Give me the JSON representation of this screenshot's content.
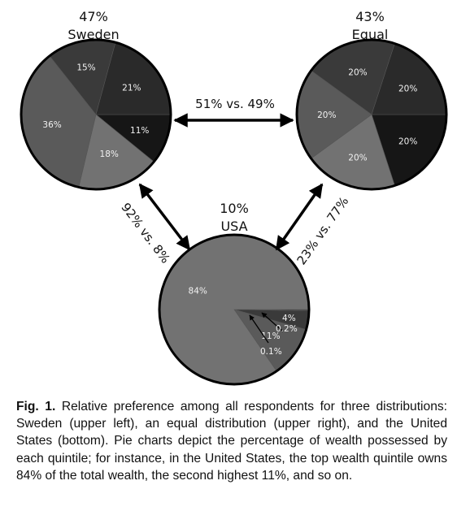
{
  "chart_data": {
    "type": "pie",
    "pies": [
      {
        "title_percent": "47%",
        "title": "Sweden",
        "slices": [
          {
            "label": "11%",
            "value": 11,
            "color": "#161616"
          },
          {
            "label": "18%",
            "value": 18,
            "color": "#727272"
          },
          {
            "label": "36%",
            "value": 36,
            "color": "#5a5a5a"
          },
          {
            "label": "15%",
            "value": 15,
            "color": "#3a3a3a"
          },
          {
            "label": "21%",
            "value": 21,
            "color": "#2a2a2a"
          }
        ]
      },
      {
        "title_percent": "43%",
        "title": "Equal",
        "slices": [
          {
            "label": "20%",
            "value": 20,
            "color": "#161616"
          },
          {
            "label": "20%",
            "value": 20,
            "color": "#727272"
          },
          {
            "label": "20%",
            "value": 20,
            "color": "#5a5a5a"
          },
          {
            "label": "20%",
            "value": 20,
            "color": "#3a3a3a"
          },
          {
            "label": "20%",
            "value": 20,
            "color": "#2a2a2a"
          }
        ]
      },
      {
        "title_percent": "10%",
        "title": "USA",
        "slices": [
          {
            "label": "0.1%",
            "value": 0.1,
            "color": "#161616"
          },
          {
            "label": "0.2%",
            "value": 0.2,
            "color": "#2a2a2a"
          },
          {
            "label": "4%",
            "value": 4,
            "color": "#3a3a3a"
          },
          {
            "label": "11%",
            "value": 11,
            "color": "#5a5a5a"
          },
          {
            "label": "84%",
            "value": 84,
            "color": "#727272"
          }
        ]
      }
    ],
    "comparisons": [
      {
        "label": "51% vs. 49%",
        "between": [
          "Sweden",
          "Equal"
        ]
      },
      {
        "label": "92% vs. 8%",
        "between": [
          "Sweden",
          "USA"
        ]
      },
      {
        "label": "23% vs. 77%",
        "between": [
          "USA",
          "Equal"
        ]
      }
    ]
  },
  "caption": {
    "fig_label": "Fig. 1.",
    "text": " Relative preference among all respondents for three distributions: Sweden (upper left), an equal distribution (upper right), and the United States (bottom). Pie charts depict the percentage of wealth possessed by each quintile; for instance, in the United States, the top wealth quintile owns 84% of the total wealth, the second highest 11%, and so on."
  }
}
